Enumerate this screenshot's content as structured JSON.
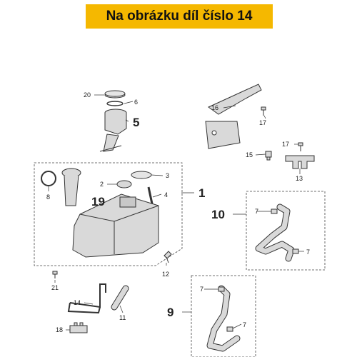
{
  "banner": {
    "text": "Na obrázku díl číslo 14"
  },
  "callouts": {
    "p1": "1",
    "p2": "2",
    "p3": "3",
    "p4": "4",
    "p5": "5",
    "p6": "6",
    "p7a": "7",
    "p7b": "7",
    "p7c": "7",
    "p7d": "7",
    "p8": "8",
    "p9": "9",
    "p10": "10",
    "p11": "11",
    "p12": "12",
    "p13": "13",
    "p14": "14",
    "p15": "15",
    "p16": "16",
    "p17a": "17",
    "p17b": "17",
    "p18": "18",
    "p19": "19",
    "p20": "20",
    "p21": "21"
  },
  "colors": {
    "banner": "#f5b800",
    "line": "#333333",
    "part_fill": "#d9d9d9"
  }
}
